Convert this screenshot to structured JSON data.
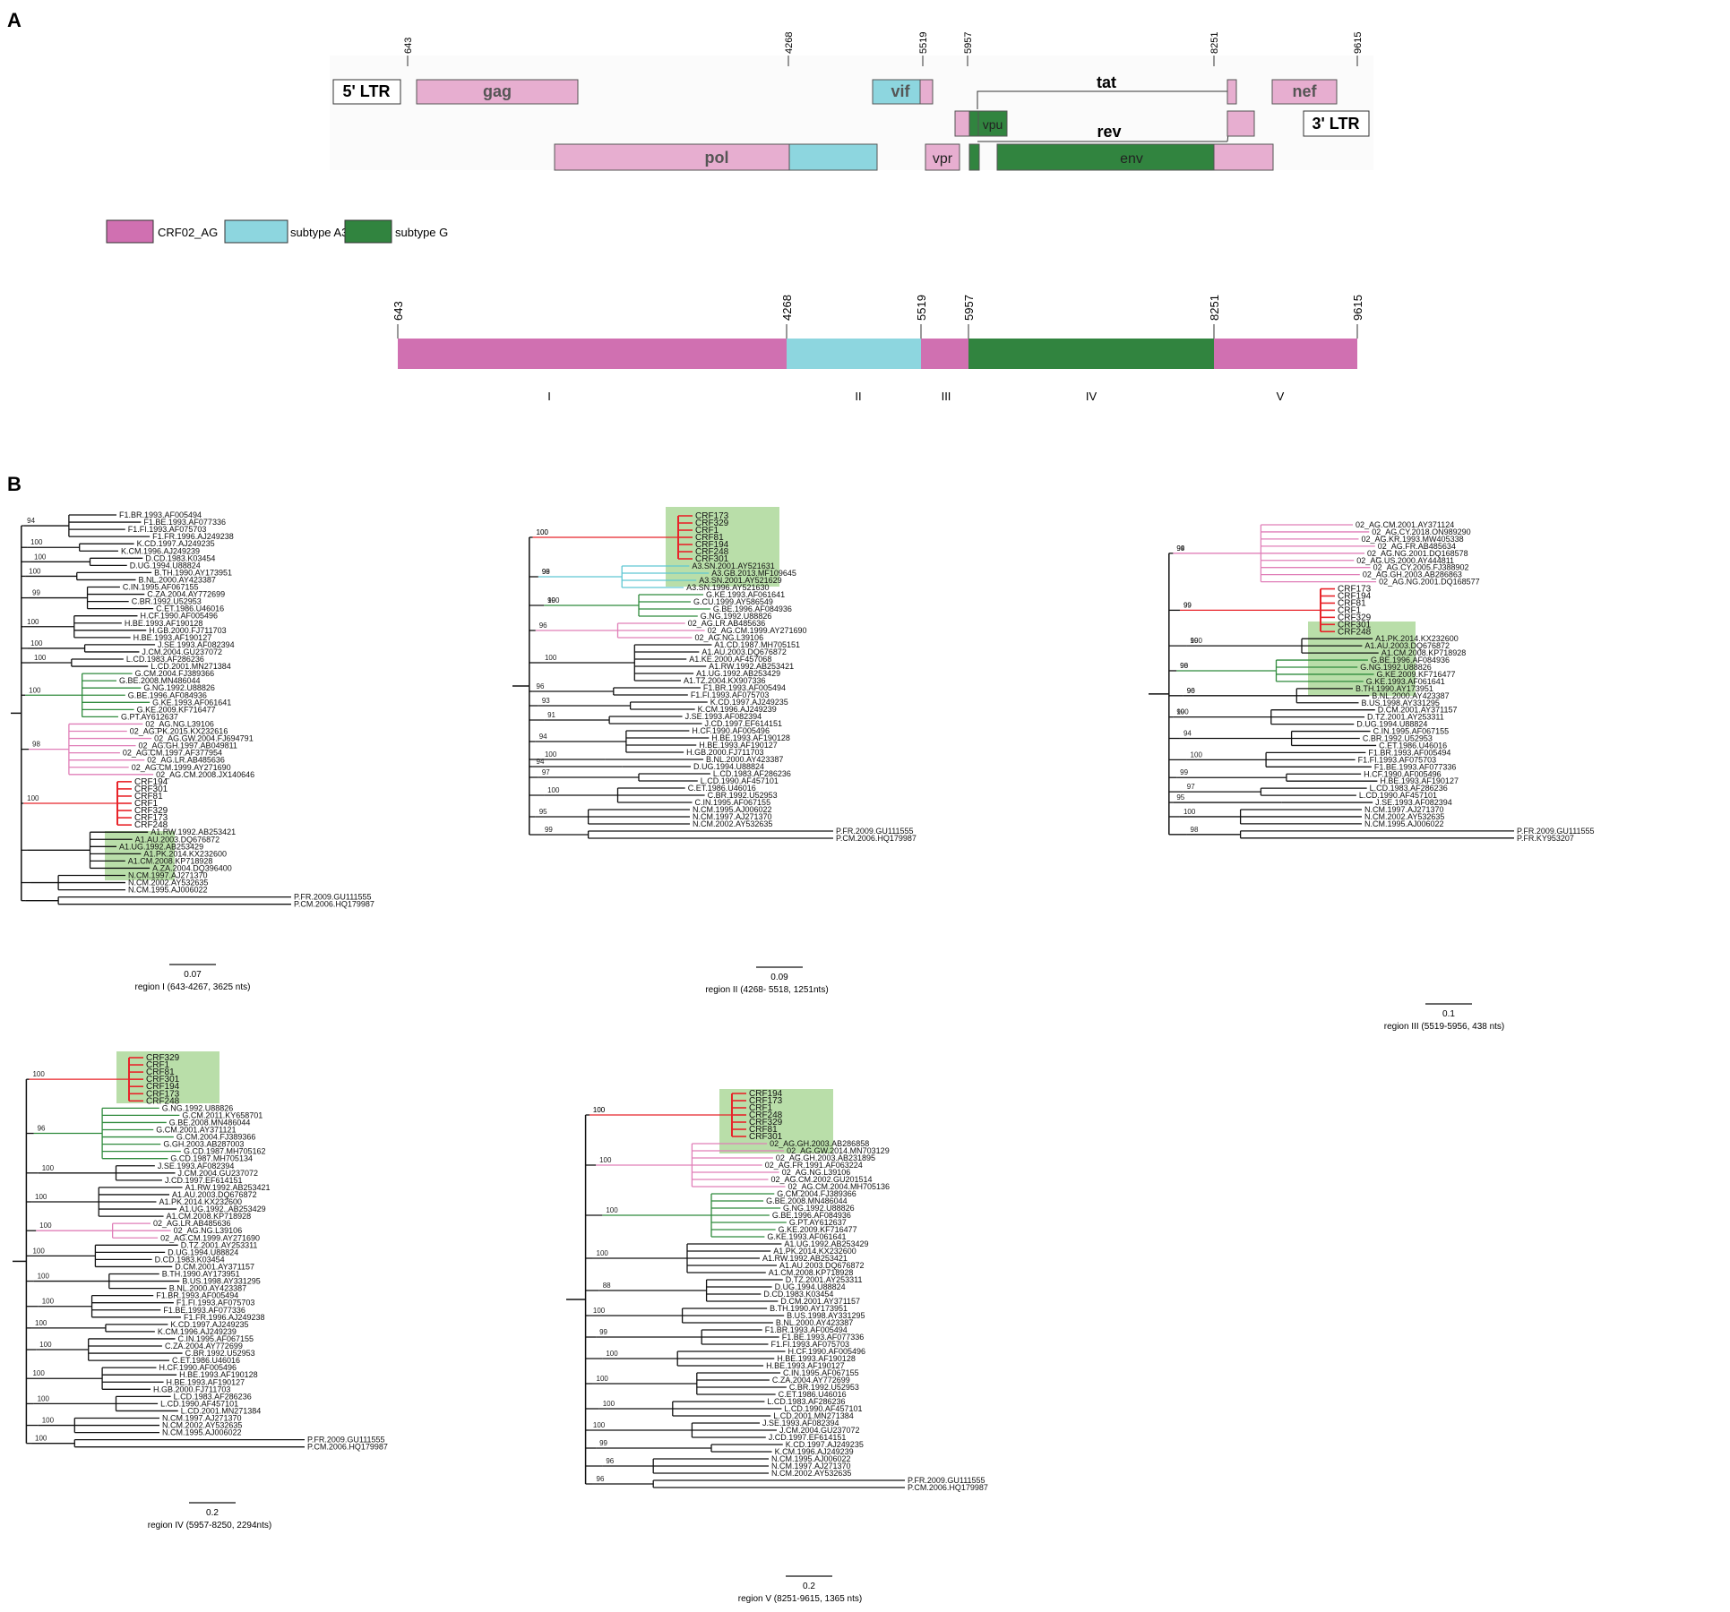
{
  "panels": {
    "a": "A",
    "b": "B"
  },
  "colors": {
    "crf02_ag": "#e7aed0",
    "crf02_ag_bar": "#d070b1",
    "subtype_a3": "#8dd6df",
    "subtype_g": "#31843f",
    "highlight": "#b9dea9",
    "crf_branch": "#e8242a"
  },
  "genome": {
    "ticks": [
      "643",
      "4268",
      "5519",
      "5957",
      "8251",
      "9615"
    ],
    "genes": [
      "5' LTR",
      "gag",
      "vif",
      "tat",
      "nef",
      "vpu",
      "rev",
      "3' LTR",
      "pol",
      "vpr",
      "env"
    ]
  },
  "legend": [
    "CRF02_AG",
    "subtype A3",
    "subtype G"
  ],
  "regions": {
    "ticks": [
      "643",
      "4268",
      "5519",
      "5957",
      "8251",
      "9615"
    ],
    "labels": [
      "I",
      "II",
      "III",
      "IV",
      "V"
    ]
  },
  "trees": [
    {
      "caption": "region I  (643-4267, 3625 nts)",
      "scale": "0.07",
      "leaves": [
        "F1.BR.1993.AF005494",
        "F1.BE.1993.AF077336",
        "F1.FI.1993.AF075703",
        "F1.FR.1996.AJ249238",
        "K.CD.1997.AJ249235",
        "K.CM.1996.AJ249239",
        "D.CD.1983.K03454",
        "D.UG.1994.U88824",
        "B.TH.1990.AY173951",
        "B.NL.2000.AY423387",
        "C.IN.1995.AF067155",
        "C.ZA.2004.AY772699",
        "C.BR.1992.U52953",
        "C.ET.1986.U46016",
        "H.CF.1990.AF005496",
        "H.BE.1993.AF190128",
        "H.GB.2000.FJ711703",
        "H.BE.1993.AF190127",
        "J.SE.1993.AF082394",
        "J.CM.2004.GU237072",
        "L.CD.1983.AF286236",
        "L.CD.2001.MN271384",
        "G.CM.2004.FJ389366",
        "G.BE.2008.MN486044",
        "G.NG.1992.U88826",
        "G.BE.1996.AF084936",
        "G.KE.1993.AF061641",
        "G.KE.2009.KF716477",
        "G.PT.AY612637",
        "02_AG.NG.L39106",
        "02_AG.PK.2015.KX232616",
        "02_AG.GW.2004.FJ694791",
        "02_AG.GH.1997.AB049811",
        "02_AG.CM.1997.AF377954",
        "02_AG.LR.AB485636",
        "02_AG.CM.1999.AY271690",
        "02_AG.CM.2008.JX140646",
        "CRF194",
        "CRF301",
        "CRF81",
        "CRF1",
        "CRF329",
        "CRF173",
        "CRF248",
        "A1.RW.1992.AB253421",
        "A1.AU.2003.DQ676872",
        "A1.UG.1992.AB253429",
        "A1.PK.2014.KX232600",
        "A1.CM.2008.KP718928",
        "A.ZA.2004.DQ396400",
        "N.CM.1997.AJ271370",
        "N.CM.2002.AY532635",
        "N.CM.1995.AJ006022",
        "P.FR.2009.GU111555",
        "P.CM.2006.HQ179987"
      ],
      "boots": [
        "94",
        "100",
        "100",
        "100",
        "99",
        "100",
        "100",
        "100",
        "100",
        "98",
        "100"
      ]
    },
    {
      "caption": "region II  (4268- 5518, 1251nts)",
      "scale": "0.09",
      "leaves": [
        "CRF173",
        "CRF329",
        "CRF1",
        "CRF81",
        "CRF194",
        "CRF248",
        "CRF301",
        "A3.SN.2001.AY521631",
        "A3.GB.2013.MF109645",
        "A3.SN.2001.AY521629",
        "A3.SN.1996.AY521630",
        "G.KE.1993.AF061641",
        "G.CU.1999.AY586549",
        "G.BE.1996.AF084936",
        "G.NG.1992.U88826",
        "02_AG.LR.AB485636",
        "02_AG.CM.1999.AY271690",
        "02_AG.NG.L39106",
        "A1.CD.1987.MH705151",
        "A1.AU.2003.DQ676872",
        "A1.KE.2000.AF457068",
        "A1.RW.1992.AB253421",
        "A1.UG.1992.AB253429",
        "A1.TZ.2004.KX907336",
        "F1.BR.1993.AF005494",
        "F1.FI.1993.AF075703",
        "K.CD.1997.AJ249235",
        "K.CM.1996.AJ249239",
        "J.SE.1993.AF082394",
        "J.CD.1997.EF614151",
        "H.CF.1990.AF005496",
        "H.BE.1993.AF190128",
        "H.BE.1993.AF190127",
        "H.GB.2000.FJ711703",
        "B.NL.2000.AY423387",
        "D.UG.1994.U88824",
        "L.CD.1983.AF286236",
        "L.CD.1990.AF457101",
        "C.ET.1986.U46016",
        "C.BR.1992.U52953",
        "C.IN.1995.AF067155",
        "N.CM.1995.AJ006022",
        "N.CM.1997.AJ271370",
        "N.CM.2002.AY532635",
        "P.FR.2009.GU111555",
        "P.CM.2006.HQ179987"
      ],
      "boots": [
        "100",
        "99",
        "99",
        "96",
        "100",
        "96",
        "93",
        "91",
        "94",
        "100",
        "94",
        "97",
        "100",
        "95",
        "99",
        "100",
        "98",
        "100"
      ]
    },
    {
      "caption": "region III  (5519-5956, 438 nts)",
      "scale": "0.1",
      "leaves": [
        "02_AG.CM.2001.AY371124",
        "02_AG.CY.2018.ON989290",
        "02_AG.KR.1993.MW405338",
        "02_AG.FR.AB485634",
        "02_AG.NG.2001.DQ168578",
        "02_AG.US.2000.AY444811",
        "02_AG.CY.2005.FJ388902",
        "02_AG.GH.2003.AB286863",
        "02_AG.NG.2001.DQ168577",
        "CRF173",
        "CRF194",
        "CRF81",
        "CRF1",
        "CRF329",
        "CRF301",
        "CRF248",
        "A1.PK.2014.KX232600",
        "A1.AU.2003.DQ676872",
        "A1.CM.2008.KP718928",
        "G.BE.1996.AF084936",
        "G.NG.1992.U88826",
        "G.KE.2009.KF716477",
        "G.KE.1993.AF061641",
        "B.TH.1990.AY173951",
        "B.NL.2000.AY423387",
        "B.US.1998.AY331295",
        "D.CM.2001.AY371157",
        "D.TZ.2001.AY253311",
        "D.UG.1994.U88824",
        "C.IN.1995.AF067155",
        "C.BR.1992.U52953",
        "C.ET.1986.U46016",
        "F1.BR.1993.AF005494",
        "F1.FI.1993.AF075703",
        "F1.BE.1993.AF077336",
        "H.CF.1990.AF005496",
        "H.BE.1993.AF190127",
        "L.CD.1983.AF286236",
        "L.CD.1990.AF457101",
        "J.SE.1993.AF082394",
        "N.CM.1997.AJ271370",
        "N.CM.2002.AY532635",
        "N.CM.1995.AJ006022",
        "P.FR.2009.GU111555",
        "P.FR.KY953207"
      ],
      "boots": [
        "94",
        "99",
        "100",
        "98",
        "96",
        "99",
        "94",
        "100",
        "99",
        "97",
        "95",
        "100",
        "98",
        "99",
        "99",
        "99",
        "90",
        "90",
        "100"
      ]
    },
    {
      "caption": "region IV  (5957-8250, 2294nts)",
      "scale": "0.2",
      "leaves": [
        "CRF329",
        "CRF1",
        "CRF81",
        "CRF301",
        "CRF194",
        "CRF173",
        "CRF248",
        "G.NG.1992.U88826",
        "G.CM.2011.KY658701",
        "G.BE.2008.MN486044",
        "G.CM.2001.AY371121",
        "G.CM.2004.FJ389366",
        "G.GH.2003.AB287003",
        "G.CD.1987.MH705162",
        "G.CD.1987.MH705134",
        "J.SE.1993.AF082394",
        "J.CM.2004.GU237072",
        "J.CD.1997.EF614151",
        "A1.RW.1992.AB253421",
        "A1.AU.2003.DQ676872",
        "A1.PK.2014.KX232600",
        "A1.UG.1992..AB253429",
        "A1.CM.2008.KP718928",
        "02_AG.LR.AB485636",
        "02_AG.NG.L39106",
        "02_AG.CM.1999.AY271690",
        "D.TZ.2001.AY253311",
        "D.UG.1994.U88824",
        "D.CD.1983.K03454",
        "D.CM.2001.AY371157",
        "B.TH.1990.AY173951",
        "B.US.1998.AY331295",
        "B.NL.2000.AY423387",
        "F1.BR.1993.AF005494",
        "F1.FI.1993.AF075703",
        "F1.BE.1993.AF077336",
        "F1.FR.1996.AJ249238",
        "K.CD.1997.AJ249235",
        "K.CM.1996.AJ249239",
        "C.IN.1995.AF067155",
        "C.ZA.2004.AY772699",
        "C.BR.1992.U52953",
        "C.ET.1986.U46016",
        "H.CF.1990.AF005496",
        "H.BE.1993.AF190128",
        "H.BE.1993.AF190127",
        "H.GB.2000.FJ711703",
        "L.CD.1983.AF286236",
        "L.CD.1990.AF457101",
        "L.CD.2001.MN271384",
        "N.CM.1997.AJ271370",
        "N.CM.2002.AY532635",
        "N.CM.1995.AJ006022",
        "P.FR.2009.GU111555",
        "P.CM.2006.HQ179987"
      ],
      "boots": [
        "100",
        "96",
        "100",
        "100",
        "100",
        "100",
        "100",
        "100",
        "100",
        "100",
        "100",
        "100",
        "100",
        "100"
      ]
    },
    {
      "caption": "region V  (8251-9615, 1365 nts)",
      "scale": "0.2",
      "leaves": [
        "CRF194",
        "CRF173",
        "CRF1",
        "CRF248",
        "CRF329",
        "CRF81",
        "CRF301",
        "02_AG.GH.2003.AB286858",
        "02_AG.GW.2014.MN703129",
        "02_AG.GH.2003.AB231895",
        "02_AG.FR.1991.AF063224",
        "02_AG.NG.L39106",
        "02_AG.CM.2002.GU201514",
        "02_AG.CM.2004.MH705136",
        "G.CM.2004.FJ389366",
        "G.BE.2008.MN486044",
        "G.NG.1992.U88826",
        "G.BE.1996.AF084936",
        "G.PT.AY612637",
        "G.KE.2009.KF716477",
        "G.KE.1993.AF061641",
        "A1.UG.1992.AB253429",
        "A1.PK.2014.KX232600",
        "A1.RW.1992.AB253421",
        "A1.AU.2003.DQ676872",
        "A1.CM.2008.KP718928",
        "D.TZ.2001.AY253311",
        "D.UG.1994.U88824",
        "D.CD.1983.K03454",
        "D.CM.2001.AY371157",
        "B.TH.1990.AY173951",
        "B.US.1998.AY331295",
        "B.NL.2000.AY423387",
        "F1.BR.1993.AF005494",
        "F1.BE.1993.AF077336",
        "F1.FI.1993.AF075703",
        "H.CF.1990.AF005496",
        "H.BE.1993.AF190128",
        "H.BE.1993.AF190127",
        "C.IN.1995.AF067155",
        "C.ZA.2004.AY772699",
        "C.BR.1992.U52953",
        "C.ET.1986.U46016",
        "L.CD.1983.AF286236",
        "L.CD.1990.AF457101",
        "L.CD.2001.MN271384",
        "J.SE.1993.AF082394",
        "J.CM.2004.GU237072",
        "J.CD.1997.EF614151",
        "K.CD.1997.AJ249235",
        "K.CM.1996.AJ249239",
        "N.CM.1995.AJ006022",
        "N.CM.1997.AJ271370",
        "N.CM.2002.AY532635",
        "P.FR.2009.GU111555",
        "P.CM.2006.HQ179987"
      ],
      "boots": [
        "100",
        "100",
        "100",
        "100",
        "88",
        "100",
        "99",
        "100",
        "100",
        "100",
        "100",
        "99",
        "96",
        "96",
        "100"
      ]
    }
  ]
}
